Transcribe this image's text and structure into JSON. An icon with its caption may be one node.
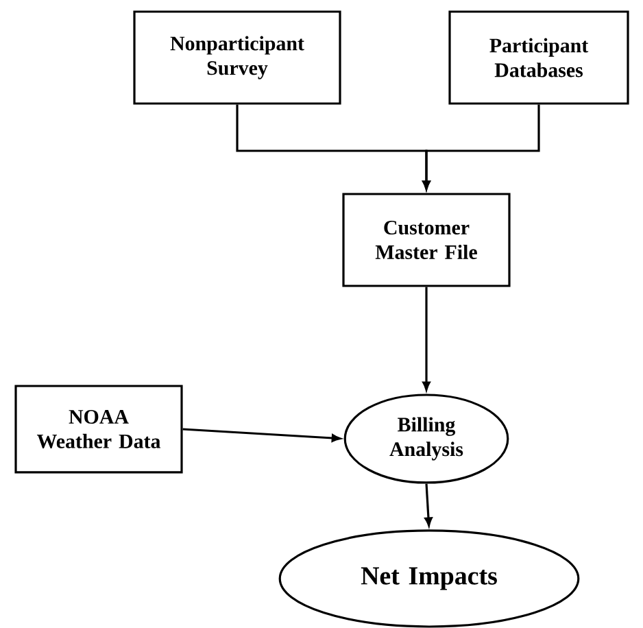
{
  "diagram": {
    "nodes": [
      {
        "text": [
          "Nonparticipant Survey"
        ]
      },
      {
        "text": [
          "Participant Databases"
        ]
      },
      {
        "text": [
          "Customer Master File"
        ]
      },
      {
        "text": [
          "NOAA Weather Data"
        ]
      },
      {
        "text": [
          "Billing Analysis"
        ]
      },
      {
        "text": [
          "Net Impacts"
        ]
      }
    ],
    "edges": [
      {
        "from": 0,
        "to": 2,
        "arrow": "to"
      },
      {
        "from": 1,
        "to": 2,
        "arrow": "to"
      },
      {
        "from": 2,
        "to": 4,
        "arrow": "to"
      },
      {
        "from": 3,
        "to": 4,
        "arrow": "to"
      },
      {
        "from": 4,
        "to": 5,
        "arrow": "to"
      }
    ]
  }
}
